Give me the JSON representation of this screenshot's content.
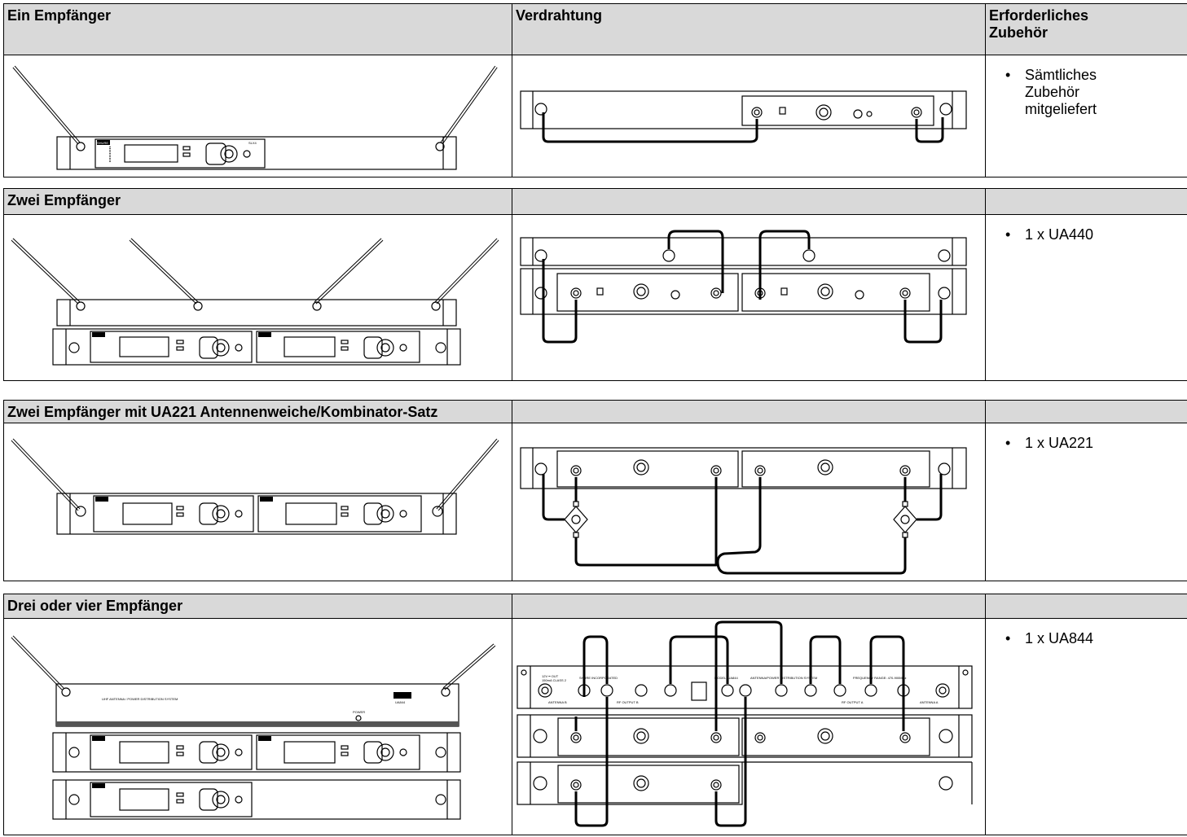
{
  "header": {
    "col1": "Ein Empfänger",
    "col2": "Verdrahtung",
    "col3": "Erforderliches\nZubehör"
  },
  "sections": [
    {
      "title": "Zwei Empfänger"
    },
    {
      "title": "Zwei Empfänger mit UA221 Antennenweiche/Kombinator-Satz"
    },
    {
      "title": "Drei oder vier Empfänger"
    }
  ],
  "accessories": [
    {
      "text": "Sämtliches\nZubehör\nmitgeliefert"
    },
    {
      "text": "1 x UA440"
    },
    {
      "text": "1 x UA221"
    },
    {
      "text": "1 x UA844"
    }
  ],
  "bullet_glyph": "•",
  "device": {
    "brand": "SHURE",
    "model": "SLX4",
    "distro_title": "UHF ANTENNA / POWER DISTRIBUTION SYSTEM",
    "distro_model": "UA844",
    "distro_power": "POWER",
    "ua844_rear": {
      "voltage": "12V ━ OUT",
      "current": "150mA CLASS 2",
      "antenna_b": "ANTENNA B",
      "antenna_a": "ANTENNA A",
      "maker": "SHURE INCORPORATED",
      "rf_output_b": "RF\nOUTPUT B",
      "rf_output_a": "RF\nOUTPUT A",
      "system": "ANTENNA/POWER DISTRIBUTION SYSTEM",
      "freq": "FREQUENCY RANGE: 470-900MHz",
      "model": "MODEL: UA844"
    }
  }
}
